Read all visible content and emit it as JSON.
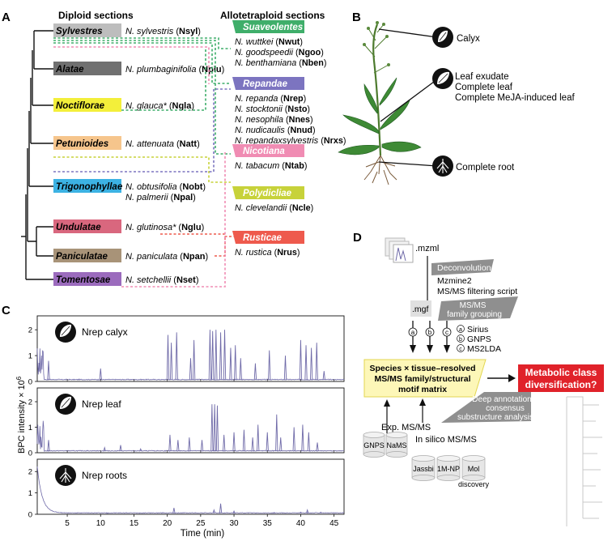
{
  "panels": {
    "a": "A",
    "b": "B",
    "c": "C",
    "d": "D"
  },
  "colors": {
    "sylvestres": "#bdbdbd",
    "alatae": "#707070",
    "noctiflorae": "#f3ef3a",
    "petunioides": "#f6c58c",
    "trigonophyllae": "#3cb2e3",
    "undulatae": "#d9677e",
    "paniculatae": "#a89378",
    "tomentosae": "#9b6bbd",
    "suaveolentes": "#3fae6a",
    "repandae": "#7c74c0",
    "nicotiana": "#f08cb3",
    "polydicliae": "#c7d23a",
    "rusticae": "#ee5a4d",
    "trace": "#6f6aa8",
    "gray": "#8a8a8a",
    "highlight": "#e0222a"
  },
  "panelA": {
    "diploid_title": "Diploid sections",
    "allo_title": "Allotetraploid sections",
    "diploid": [
      {
        "section": "Sylvestres",
        "sp": "N. sylvestris",
        "code": "Nsyl"
      },
      {
        "section": "Alatae",
        "sp": "N. plumbaginifolia",
        "code": "Nplu"
      },
      {
        "section": "Noctiflorae",
        "sp": "N. glauca*",
        "code": "Ngla"
      },
      {
        "section": "Petunioides",
        "sp": "N. attenuata",
        "code": "Natt"
      },
      {
        "section": "Trigonophyllae",
        "sp": "N. obtusifolia",
        "code": "Nobt",
        "sp2": "N. palmerii",
        "code2": "Npal"
      },
      {
        "section": "Undulatae",
        "sp": "N. glutinosa*",
        "code": "Nglu"
      },
      {
        "section": "Paniculatae",
        "sp": "N. paniculata",
        "code": "Npan"
      },
      {
        "section": "Tomentosae",
        "sp": "N. setchellii",
        "code": "Nset"
      }
    ],
    "allo": [
      {
        "section": "Suaveolentes",
        "species": [
          [
            "N. wuttkei",
            "Nwut"
          ],
          [
            "N. goodspeedii",
            "Ngoo"
          ],
          [
            "N. benthamiana",
            "Nben"
          ]
        ]
      },
      {
        "section": "Repandae",
        "species": [
          [
            "N. repanda",
            "Nrep"
          ],
          [
            "N. stocktonii",
            "Nsto"
          ],
          [
            "N. nesophila",
            "Nnes"
          ],
          [
            "N. nudicaulis",
            "Nnud"
          ],
          [
            "N. repandaxsylvestris",
            "Nrxs"
          ]
        ]
      },
      {
        "section": "Nicotiana",
        "species": [
          [
            "N. tabacum",
            "Ntab"
          ]
        ]
      },
      {
        "section": "Polydicliae",
        "species": [
          [
            "N. clevelandii",
            "Ncle"
          ]
        ]
      },
      {
        "section": "Rusticae",
        "species": [
          [
            "N. rustica",
            "Nrus"
          ]
        ]
      }
    ]
  },
  "panelB": {
    "calyx": "Calyx",
    "leaf1": "Leaf exudate",
    "leaf2": "Complete leaf",
    "leaf3": "Complete MeJA-induced leaf",
    "root": "Complete root"
  },
  "panelC": {
    "ylabel": "BPC intensity × 10",
    "ylabel_exp": "6",
    "xlabel": "Time (min)",
    "xticks": [
      "5",
      "10",
      "15",
      "20",
      "25",
      "30",
      "35",
      "40",
      "45"
    ],
    "yticks": [
      "0",
      "1",
      "2"
    ],
    "tracks": [
      {
        "label": "Nrep calyx"
      },
      {
        "label": "Nrep leaf"
      },
      {
        "label": "Nrep roots"
      }
    ]
  },
  "panelD": {
    "mzml": ".mzml",
    "deconv": "Deconvolution",
    "mzmine": "Mzmine2",
    "filter": "MS/MS filtering script",
    "mgf": ".mgf",
    "family1": "MS/MS",
    "family2": "family grouping",
    "tools": [
      {
        "k": "a",
        "name": "Sirius"
      },
      {
        "k": "b",
        "name": "GNPS"
      },
      {
        "k": "c",
        "name": "MS2LDA"
      }
    ],
    "matrix1": "Species × tissue–resolved",
    "matrix2": "MS/MS family/structural",
    "matrix3": "motif matrix",
    "metab1": "Metabolic class",
    "metab2": "diversification?",
    "deep1": "Deep annotation",
    "deep2": "consensus",
    "deep3": "substructure analysis",
    "exp": "Exp. MS/MS",
    "insilico": "In silico MS/MS",
    "dbs_exp": [
      "GNPS",
      "NaMS"
    ],
    "dbs_sil": [
      "Jassbi",
      "1M-NP",
      "Mol"
    ],
    "mol_sub": "discovery"
  }
}
